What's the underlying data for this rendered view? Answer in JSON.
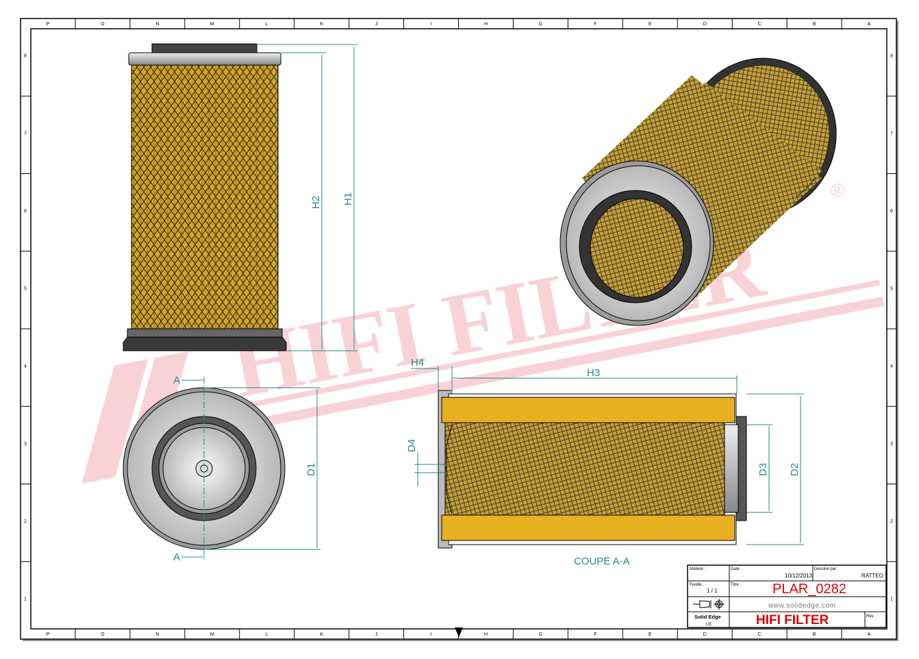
{
  "sheet": {
    "column_labels_top": [
      "P",
      "O",
      "N",
      "M",
      "L",
      "K",
      "J",
      "I",
      "H",
      "G",
      "F",
      "E",
      "D",
      "C",
      "B",
      "A"
    ],
    "column_labels_bottom": [
      "P",
      "O",
      "N",
      "M",
      "L",
      "K",
      "J",
      "I",
      "H",
      "G",
      "F",
      "E",
      "D",
      "C",
      "B",
      "A"
    ],
    "row_labels": [
      "8",
      "7",
      "6",
      "5",
      "4",
      "3",
      "2",
      "1"
    ]
  },
  "watermark": {
    "text": "HIFI FILTER",
    "symbol": "®",
    "color": "#f5a0a8"
  },
  "dimensions": {
    "h1": "H1",
    "h2": "H2",
    "h3": "H3",
    "h4": "H4",
    "d1": "D1",
    "d2": "D2",
    "d3": "D3",
    "d4": "D4",
    "section_mark": "A",
    "section_label": "COUPE A-A",
    "color": "#1f8a8a"
  },
  "title_block": {
    "material_label": "Matière :",
    "date_label": "Date :",
    "date_value": "10/12/2013",
    "drawn_by_label": "Dessiné par :",
    "drawn_by_value": "RATTEO",
    "sheet_label": "Feuille :",
    "sheet_value": "1 / 1",
    "title_label": "Titre :",
    "title_value": "PLAR_0282",
    "website": "www.solidedge.com",
    "software": "Solid Edge",
    "software_sub": "UE",
    "company": "HIFI FILTER",
    "rev_label": "Rév. :",
    "accent_color": "#e00000"
  }
}
